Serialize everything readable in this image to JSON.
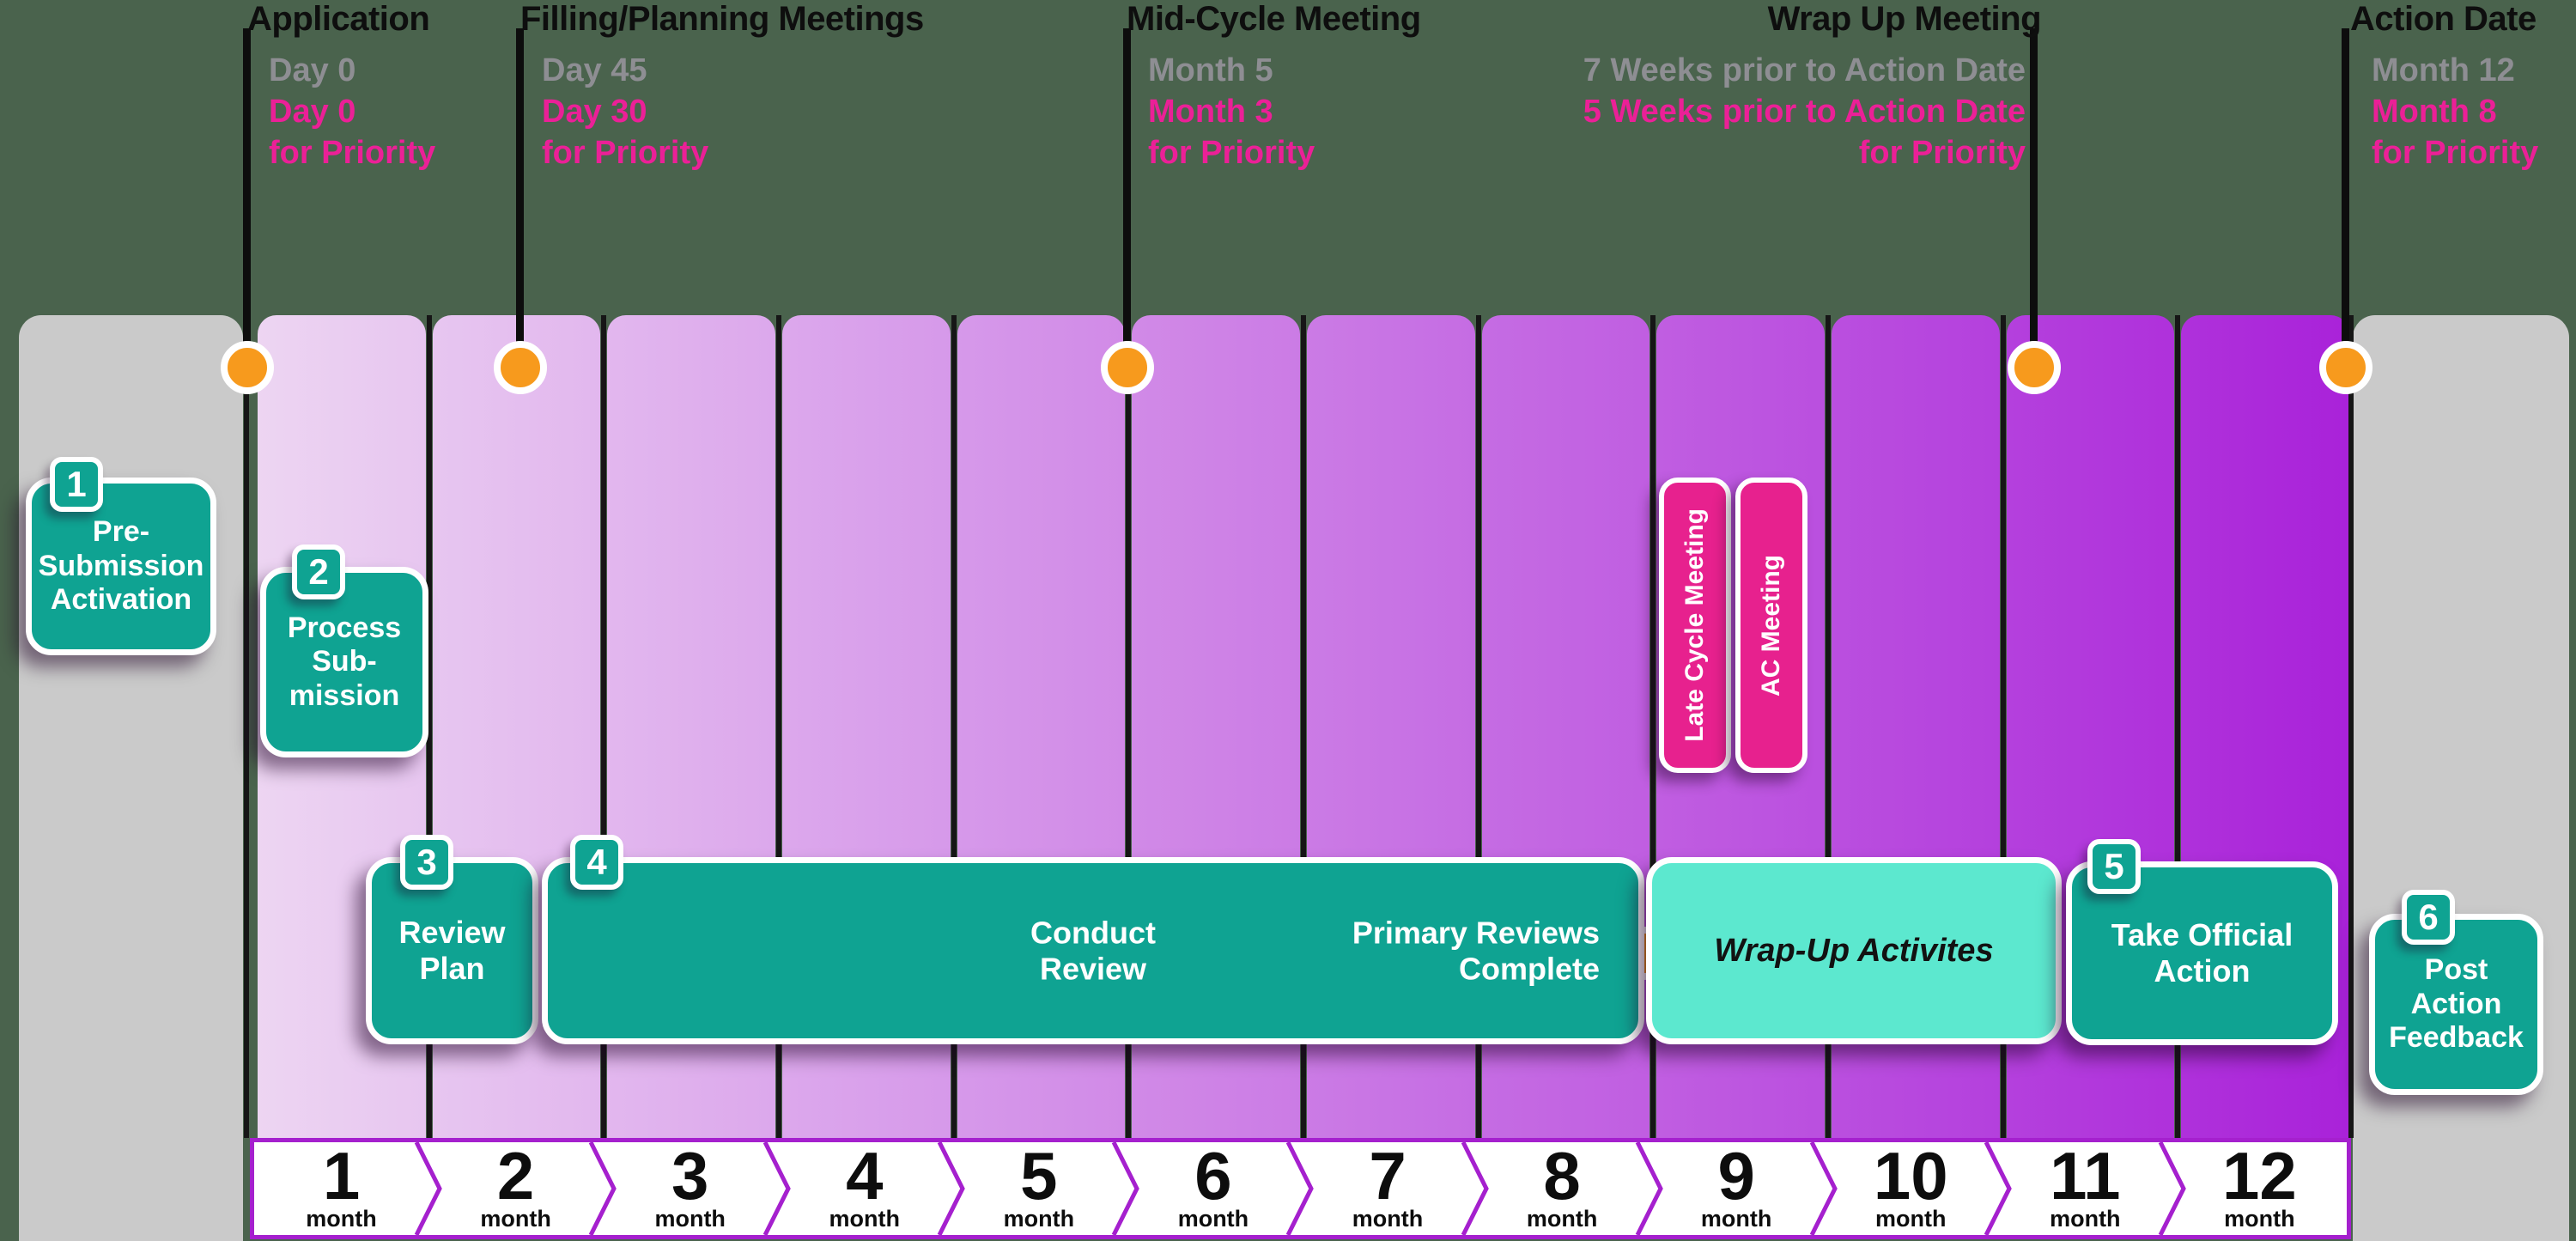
{
  "colors": {
    "background": "#4a634d",
    "teal_box": "#0fa392",
    "wrapup_box": "#5ce8cf",
    "pink_box": "#e7218e",
    "pink_text": "#eb2097",
    "gray_text": "#8e8e93",
    "orange_dot": "#f79a1d",
    "strip_border_purple": "#a520ce",
    "gradient_start": "#EDD5F2",
    "gradient_end": "#A922D9",
    "side_column_gray": "#cacaca"
  },
  "milestones": [
    {
      "title": "Application",
      "standard": "Day 0",
      "priority_line1": "Day 0",
      "priority_line2": "for Priority"
    },
    {
      "title": "Filling/Planning Meetings",
      "standard": "Day 45",
      "priority_line1": "Day 30",
      "priority_line2": "for Priority"
    },
    {
      "title": "Mid-Cycle Meeting",
      "standard": "Month 5",
      "priority_line1": "Month 3",
      "priority_line2": "for Priority"
    },
    {
      "title": "Wrap Up Meeting",
      "standard": "7 Weeks prior to Action Date",
      "priority_line1": "5 Weeks prior to Action Date",
      "priority_line2": "for Priority"
    },
    {
      "title": "Action Date",
      "standard": "Month 12",
      "priority_line1": "Month 8",
      "priority_line2": "for Priority"
    }
  ],
  "steps": [
    {
      "number": "1",
      "label": "Pre-\nSubmission\nActivation"
    },
    {
      "number": "2",
      "label": "Process\nSub-\nmission"
    },
    {
      "number": "3",
      "label": "Review\nPlan"
    },
    {
      "number": "4",
      "label": "Conduct\nReview",
      "label_right": "Primary Reviews\nComplete"
    },
    {
      "number": "5",
      "label": "Take Official\nAction"
    },
    {
      "number": "6",
      "label": "Post\nAction\nFeedback"
    }
  ],
  "events": {
    "late_cycle_meeting": "Late Cycle Meeting",
    "ac_meeting": "AC Meeting",
    "wrap_up_activities": "Wrap-Up Activites"
  },
  "months": {
    "unit": "month",
    "numbers": [
      "1",
      "2",
      "3",
      "4",
      "5",
      "6",
      "7",
      "8",
      "9",
      "10",
      "11",
      "12"
    ]
  }
}
